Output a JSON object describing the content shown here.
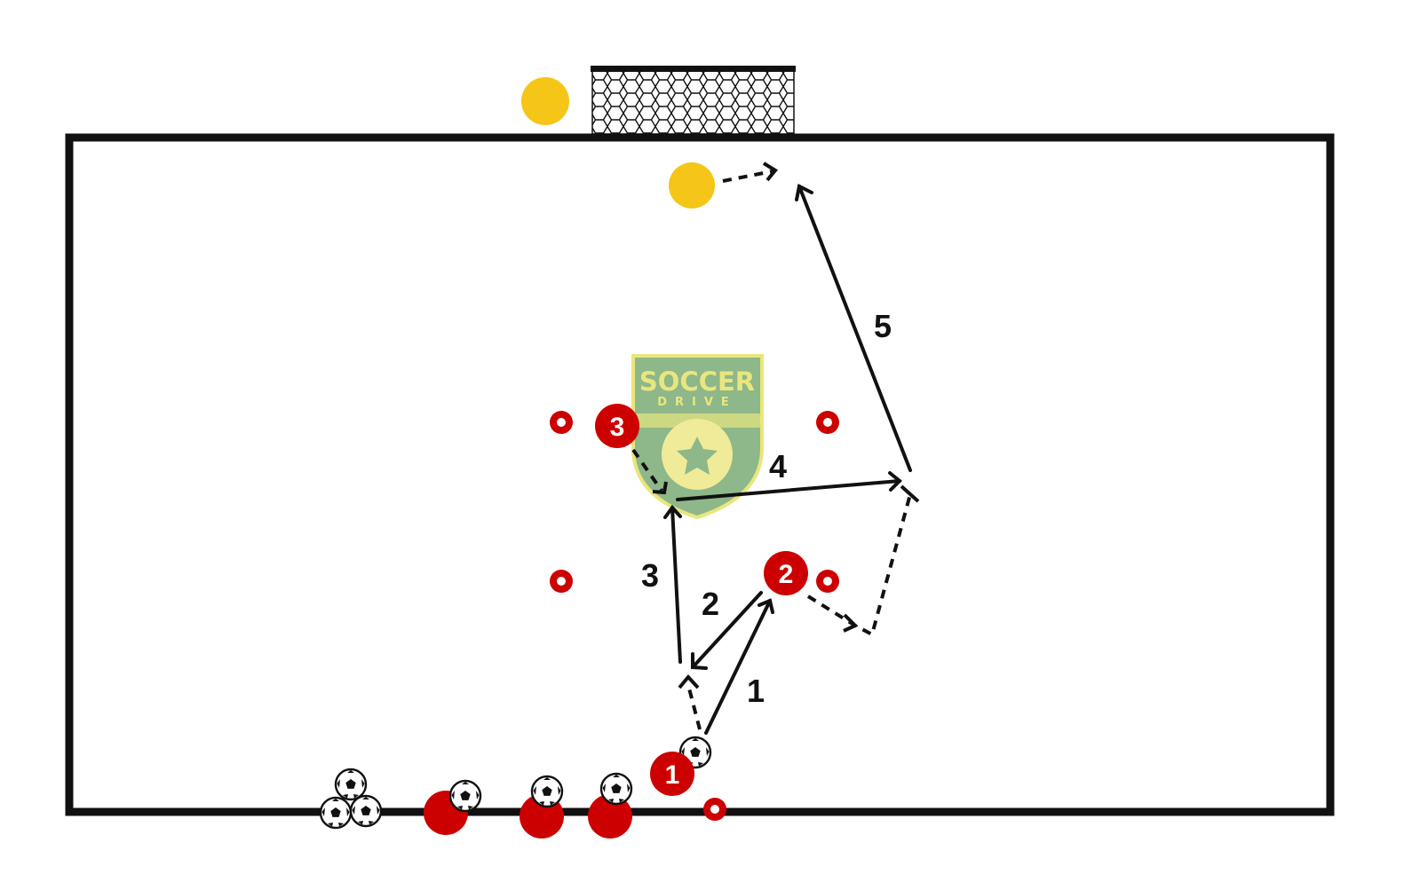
{
  "diagram": {
    "colors": {
      "field_line": "#111111",
      "attacker": "#cc0000",
      "goalkeeper": "#f5c518",
      "cone": "#cc0000",
      "pass_arrow": "#111111",
      "run_arrow": "#111111"
    },
    "logo": {
      "line1": "SOCCER",
      "line2": "DRIVE",
      "colors": {
        "shield_green": "#7fae7a",
        "text_yellow": "#e6e36d",
        "ball_yellow": "#eee98a"
      }
    },
    "players": [
      {
        "number": "1",
        "role": "attacker"
      },
      {
        "number": "2",
        "role": "attacker"
      },
      {
        "number": "3",
        "role": "attacker"
      }
    ],
    "steps": [
      {
        "number": "1",
        "type": "pass"
      },
      {
        "number": "2",
        "type": "pass"
      },
      {
        "number": "3",
        "type": "pass"
      },
      {
        "number": "4",
        "type": "pass"
      },
      {
        "number": "5",
        "type": "shot"
      }
    ],
    "icons": [
      "goal-net-icon",
      "soccer-ball-icon",
      "cone-icon",
      "goalkeeper-icon"
    ]
  }
}
